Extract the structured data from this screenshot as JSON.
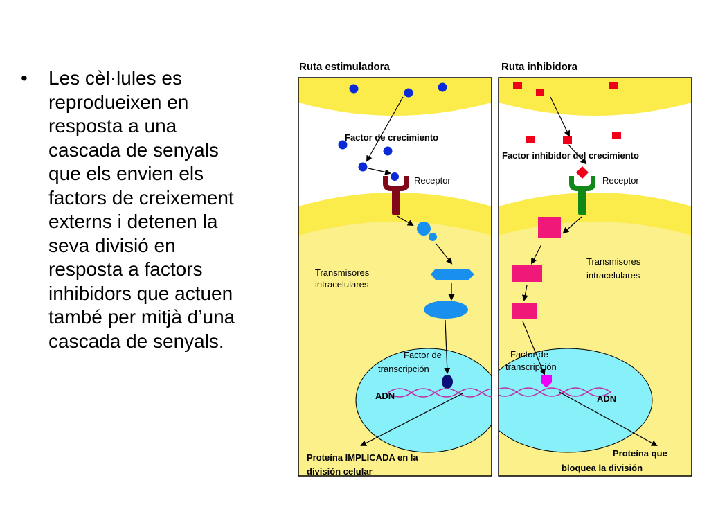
{
  "slide": {
    "bullet_symbol": "•",
    "bullet_text": "Les cèl·lules es\nreprodueixen en\nresposta a una\ncascada de senyals\nque els envien els\nfactors de creixement\nexterns i detenen la\nseva divisió en\nresposta a factors\ninhibidors que actuen\ntambé per mitjà d’una\ncascada de senyals."
  },
  "diagram": {
    "colors": {
      "cytoplasm": "#fbf08a",
      "membrane": "#fbeb4b",
      "nucleus": "#88f0f8",
      "blue_ligand": "#0a2ad8",
      "light_blue": "#1a90ee",
      "dark_blue": "#0a1078",
      "red_ligand": "#f00018",
      "pink": "#f01878",
      "magenta": "#f000f8",
      "receptor_red": "#800818",
      "receptor_green": "#108818",
      "dna": "#c030a8"
    },
    "left": {
      "title": "Ruta estimuladora",
      "ligand_label": "Factor de crecimiento",
      "receptor_label": "Receptor",
      "transmitter_label_1": "Transmisores",
      "transmitter_label_2": "intracelulares",
      "tf_label_1": "Factor de",
      "tf_label_2": "transcripción",
      "dna_label": "ADN",
      "protein_label_1": "Proteína IMPLICADA en la",
      "protein_label_2": "división celular"
    },
    "right": {
      "title": "Ruta inhibidora",
      "ligand_label": "Factor inhibidor del crecimiento",
      "receptor_label": "Receptor",
      "transmitter_label_1": "Transmisores",
      "transmitter_label_2": "intracelulares",
      "tf_label_1": "Factor de",
      "tf_label_2": "transcripción",
      "dna_label": "ADN",
      "protein_label_1": "Proteína que",
      "protein_label_2": "bloquea la división"
    }
  }
}
